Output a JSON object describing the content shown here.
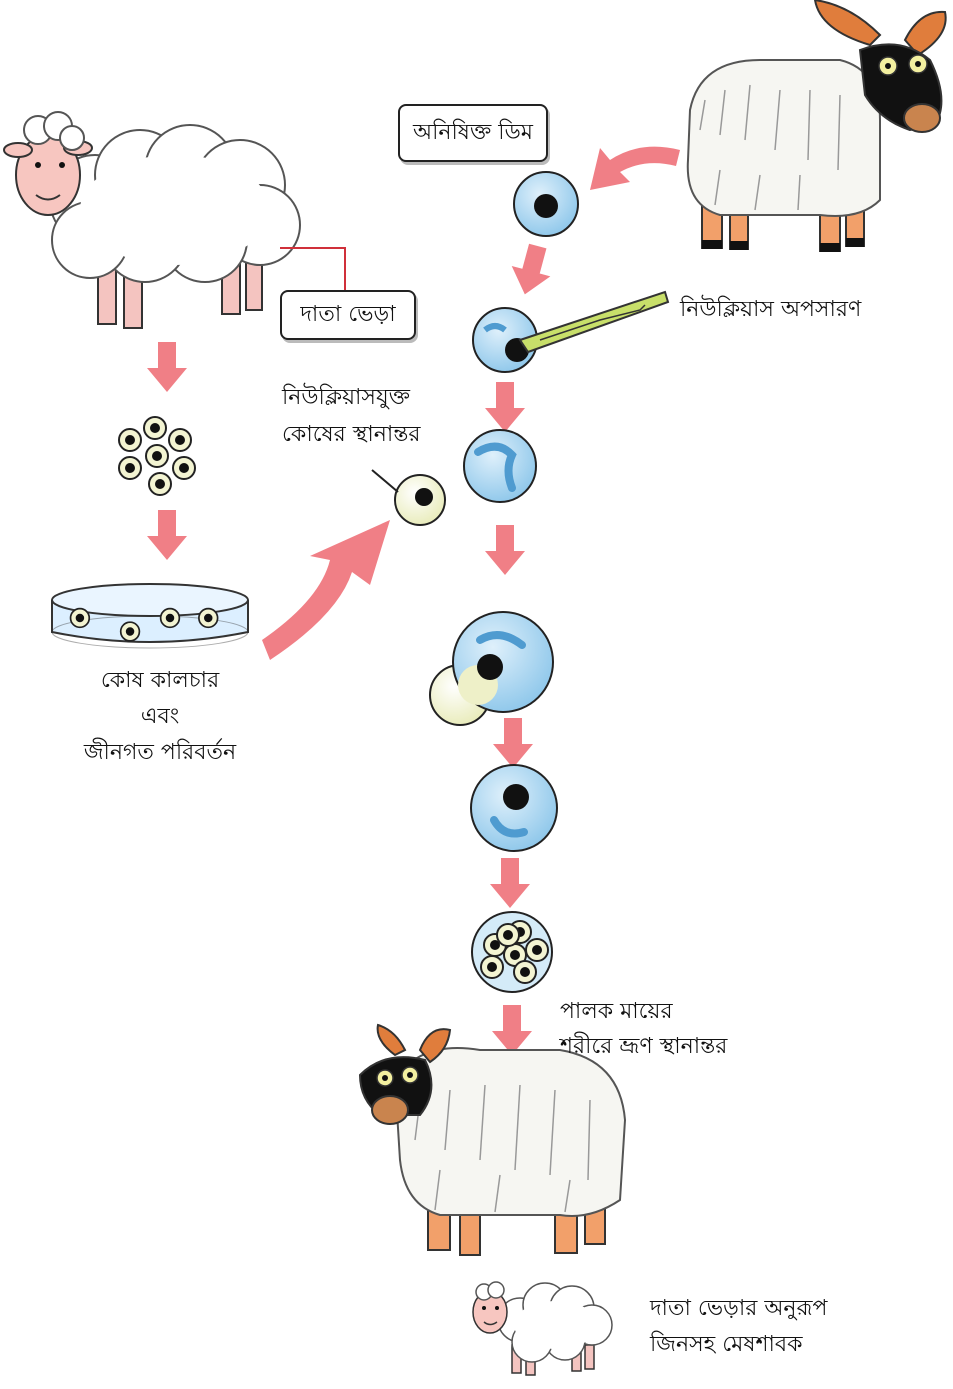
{
  "labels": {
    "unfertilized_egg": "অনিষিক্ত ডিম",
    "donor_sheep": "দাতা ভেড়া",
    "nucleus_removal": "নিউক্লিয়াস অপসারণ",
    "nucleated_cell_transfer_line1": "নিউক্লিয়াসযুক্ত",
    "nucleated_cell_transfer_line2": "কোষের স্থানান্তর",
    "cell_culture_line1": "কোষ কালচার",
    "cell_culture_line2": "এবং",
    "cell_culture_line3": "জীনগত পরিবর্তন",
    "surrogate_line1": "পালক মায়ের",
    "surrogate_line2": "শরীরে ভ্রূণ স্থানান্তর",
    "lamb_line1": "দাতা ভেড়ার অনুরূপ",
    "lamb_line2": "জিনসহ মেষশাবক"
  },
  "colors": {
    "arrow": "#f07f86",
    "egg_blue": "#a9d4ef",
    "cell_cream": "#f3f4d2",
    "nucleus": "#111111",
    "needle": "#c8df6a",
    "wool": "#ffffff",
    "sheep_face": "#f7c6c0",
    "goat_face": "#111111",
    "horn": "#e07d3c"
  }
}
